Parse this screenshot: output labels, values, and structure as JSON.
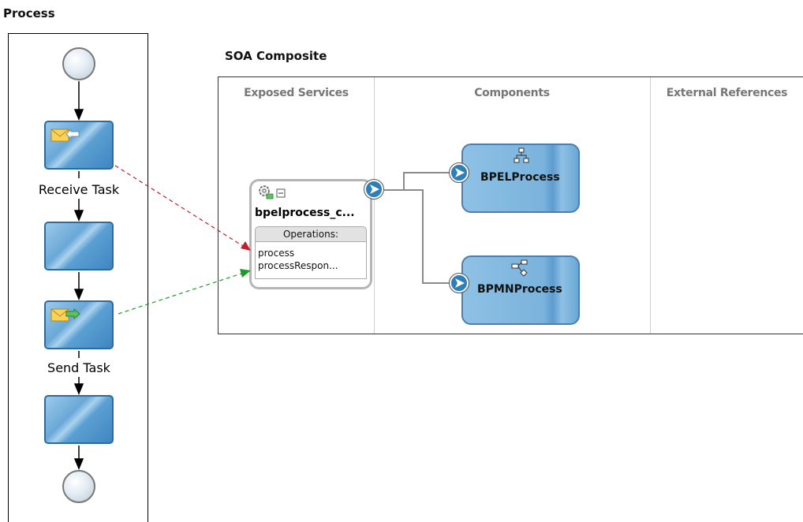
{
  "process": {
    "title": "Process",
    "tasks": [
      {
        "label": "Receive Task"
      },
      {
        "label": ""
      },
      {
        "label": "Send Task"
      },
      {
        "label": ""
      }
    ]
  },
  "soa": {
    "title": "SOA Composite",
    "columns": [
      "Exposed Services",
      "Components",
      "External References"
    ],
    "service": {
      "name": "bpelprocess_c...",
      "operations_header": "Operations:",
      "operations": [
        "process",
        "processRespon..."
      ]
    },
    "components": [
      "BPELProcess",
      "BPMNProcess"
    ]
  },
  "colors": {
    "receive_link": "#c0202a",
    "send_link": "#1e9a2a",
    "task_fill": "#5b9fd2"
  }
}
